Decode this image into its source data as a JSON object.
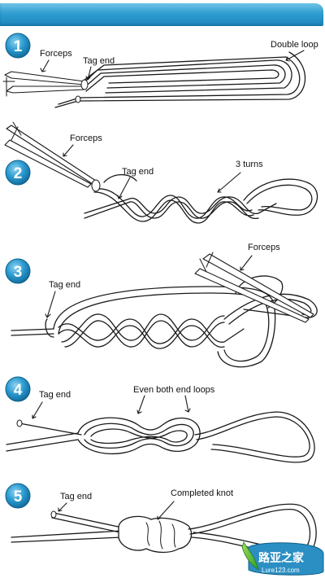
{
  "steps": [
    {
      "number": "1",
      "labels": {
        "forceps": "Forceps",
        "tag_end": "Tag end",
        "double_loop": "Double loop"
      }
    },
    {
      "number": "2",
      "labels": {
        "forceps": "Forceps",
        "tag_end": "Tag end",
        "turns": "3 turns"
      }
    },
    {
      "number": "3",
      "labels": {
        "forceps": "Forceps",
        "tag_end": "Tag end"
      }
    },
    {
      "number": "4",
      "labels": {
        "tag_end": "Tag end",
        "even_loops": "Even both end loops"
      }
    },
    {
      "number": "5",
      "labels": {
        "tag_end": "Tag end",
        "completed": "Completed knot"
      }
    }
  ],
  "watermark": {
    "title": "路亚之家",
    "url": "Lure123.com"
  },
  "colors": {
    "header": "#2f9dd0",
    "badge": "#1e8fc6",
    "ink": "#1a1a1a"
  }
}
